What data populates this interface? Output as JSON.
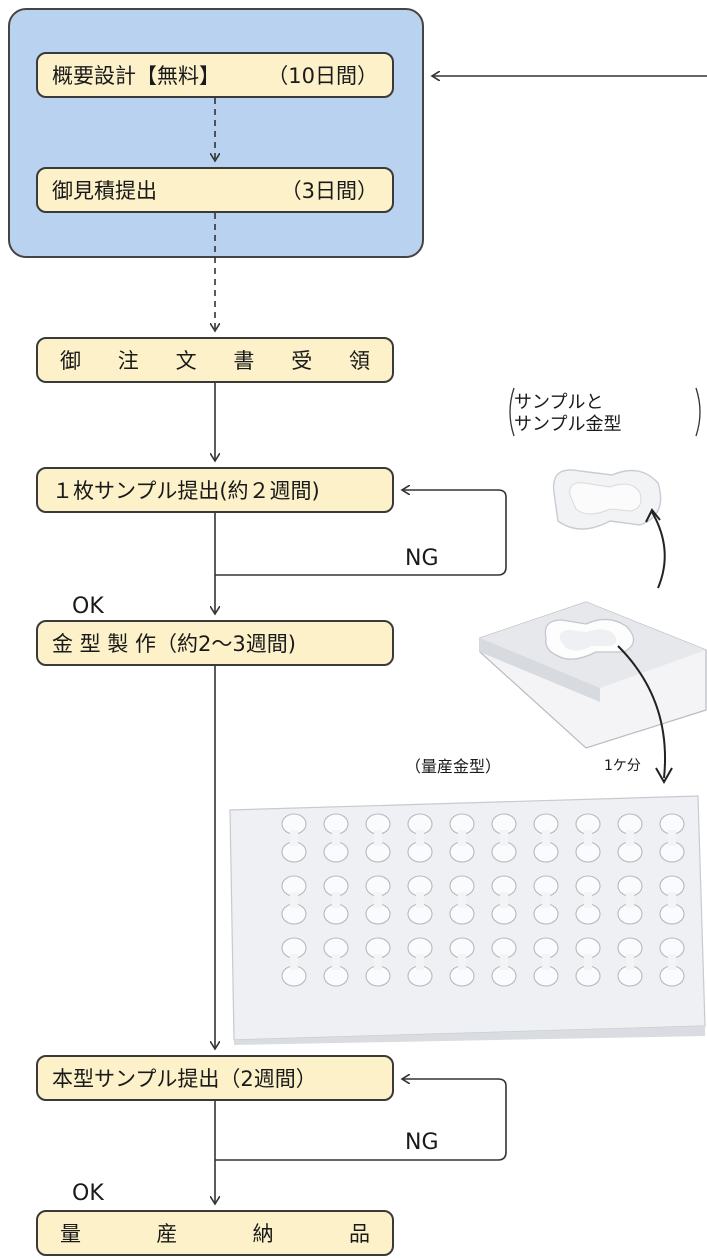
{
  "panel": {
    "step1": {
      "label": "概要設計【無料】",
      "duration": "（10日間）"
    },
    "step2": {
      "label": "御見積提出",
      "duration": "（3日間）"
    }
  },
  "steps": {
    "order": [
      "御",
      "注",
      "文",
      "書",
      "受",
      "領"
    ],
    "sample1": "１枚サンプル提出(約２週間)",
    "mold": "金 型 製 作（約2～3週間)",
    "sample2": "本型サンプル提出（2週間）",
    "delivery": [
      "量",
      "産",
      "納",
      "品"
    ]
  },
  "flow_labels": {
    "ng1": "NG",
    "ok1": "OK",
    "ng2": "NG",
    "ok2": "OK"
  },
  "captions": {
    "sample_line1": "サンプルと",
    "sample_line2": "サンプル金型",
    "mass_mold": "（量産金型）",
    "one_cavity": "1ケ分"
  },
  "colors": {
    "panel_bg": "#b9d2ef",
    "box_bg": "#fcf1c9",
    "stroke": "#3a3a3a"
  }
}
